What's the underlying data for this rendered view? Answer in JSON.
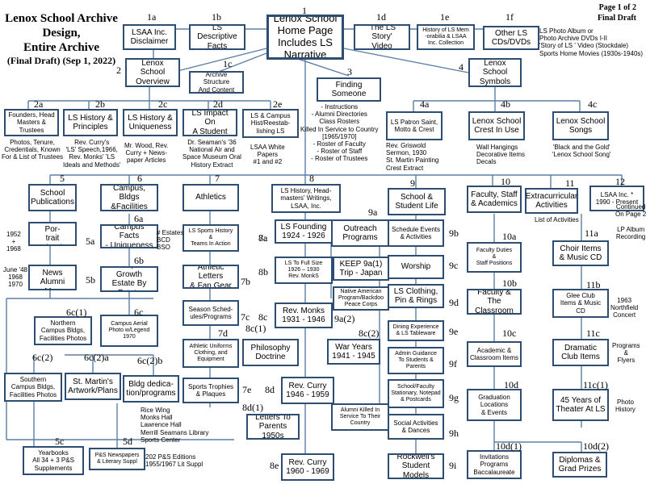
{
  "title": {
    "line1": "Lenox School Archive",
    "line2": "Design,",
    "line3": "Entire Archive",
    "line4": "(Final Draft) (Sep 1, 2022)"
  },
  "page": {
    "line1": "Page 1 of 2",
    "line2": "Final Draft"
  },
  "nodes": [
    {
      "id": "root",
      "label": "Lenox School\nHome Page\nIncludes LS Narrative"
    },
    {
      "id": "1a",
      "label": "LSAA Inc.\nDisclaimer"
    },
    {
      "id": "1b",
      "label": "LS Descriptive\nFacts"
    },
    {
      "id": "1d",
      "label": "'The LS Story'\nVideo"
    },
    {
      "id": "1e",
      "label": "History of LS Mem\n-orabilia & LSAA\nInc. Collection"
    },
    {
      "id": "1f",
      "label": "Other LS\nCDs/DVDs"
    },
    {
      "id": "2",
      "label": "Lenox School\nOverview"
    },
    {
      "id": "1c",
      "label": "Archive Structure\nAnd Content"
    },
    {
      "id": "3",
      "label": "Finding\nSomeone"
    },
    {
      "id": "4",
      "label": "Lenox School\nSymbols"
    },
    {
      "id": "2a",
      "label": "Founders, Head\nMasters &\nTrustees"
    },
    {
      "id": "2b",
      "label": "LS History &\nPrinciples"
    },
    {
      "id": "2c",
      "label": "LS History &\nUniqueness"
    },
    {
      "id": "2d",
      "label": "LS Impact On\nA Student"
    },
    {
      "id": "2e",
      "label": "LS & Campus\nHist/Reestab-\nlishing LS"
    },
    {
      "id": "4a",
      "label": "LS Patron Saint,\nMotto & Crest"
    },
    {
      "id": "4b",
      "label": "Lenox School\nCrest In Use"
    },
    {
      "id": "4c",
      "label": "Lenox School\nSongs"
    },
    {
      "id": "5",
      "label": "School\nPublications"
    },
    {
      "id": "6",
      "label": "Campus, Bldgs\n&Facilities"
    },
    {
      "id": "7",
      "label": "Athletics"
    },
    {
      "id": "8",
      "label": "LS History, Head-\nmasters' Writings,\nLSAA, Inc."
    },
    {
      "id": "9",
      "label": "School &\nStudent Life"
    },
    {
      "id": "10",
      "label": "Faculty, Staff\n& Academics"
    },
    {
      "id": "11",
      "label": "Extracurricular\nActivities"
    },
    {
      "id": "12",
      "label": "LSAA Inc. *\n1990 - Present"
    },
    {
      "id": "5a",
      "label": "Lenox In Por-\ntrait Calendar"
    },
    {
      "id": "5b",
      "label": "Alumni News\nAlumni Mag"
    },
    {
      "id": "6a",
      "label": "Campus Facts\n- Uniqueness"
    },
    {
      "id": "6b",
      "label": "Campus Growth\nEstate By Estate"
    },
    {
      "id": "7a",
      "label": "LS Sports History\n&\nTeams In Action"
    },
    {
      "id": "7b",
      "label": "Athletic Letters\n& Fan Gear"
    },
    {
      "id": "7c",
      "label": "Season Sched-\nules/Programs"
    },
    {
      "id": "7d",
      "label": "Athletic Uniforms\nClothing, and\nEquipment"
    },
    {
      "id": "7e",
      "label": "Sports Trophies\n& Plaques"
    },
    {
      "id": "8a",
      "label": "LS Founding\n1924 - 1926"
    },
    {
      "id": "8b",
      "label": "LS To Full Size\n1926 – 1930\nRev. MonkS"
    },
    {
      "id": "8c",
      "label": "Rev. Monks\n1931 - 1946"
    },
    {
      "id": "8c1",
      "label": "Philosophy\nDoctrine"
    },
    {
      "id": "8c2",
      "label": "War Years\n1941 - 1945"
    },
    {
      "id": "8d",
      "label": "Rev. Curry\n1946 - 1959"
    },
    {
      "id": "8d1",
      "label": "Letters To\nParents 1950s"
    },
    {
      "id": "8e",
      "label": "Rev. Curry\n1960 - 1969"
    },
    {
      "id": "9a",
      "label": "Outreach\nPrograms"
    },
    {
      "id": "9a1",
      "label": "KEEP 9a(1)\nTrip - Japan"
    },
    {
      "id": "9a2",
      "label": "Native American\nProgram/Backdoo\nPeace Corps"
    },
    {
      "id": "alumni-killed",
      "label": "Alumni Killed In\nService To Their\nCountry"
    },
    {
      "id": "9b",
      "label": "Schedule Events\n& Activities"
    },
    {
      "id": "9c",
      "label": "Worship"
    },
    {
      "id": "9d",
      "label": "LS Clothing,\nPin & Rings"
    },
    {
      "id": "9e",
      "label": "Dining Experience\n& LS Tableware"
    },
    {
      "id": "9f",
      "label": "Admin Guidance\nTo Students &\nParents"
    },
    {
      "id": "9g",
      "label": "School/Faculty\nStationary, Notepad\n& Postcards"
    },
    {
      "id": "9h",
      "label": "Social Activities\n& Dances"
    },
    {
      "id": "9i",
      "label": "Rockwell's\nStudent Models"
    },
    {
      "id": "10a",
      "label": "Faculty Duties\n&\nStaff Positions"
    },
    {
      "id": "10b",
      "label": "Faculty &\nThe Classroom"
    },
    {
      "id": "10c",
      "label": "Academic &\nClassroom Items"
    },
    {
      "id": "10d",
      "label": "Graduation\nLocations\n& Events"
    },
    {
      "id": "10d1",
      "label": "Invitations\nPrograms\nBaccalaureate"
    },
    {
      "id": "10d2",
      "label": "Diplomas &\nGrad Prizes"
    },
    {
      "id": "11a",
      "label": "Choir Items\n& Music CD"
    },
    {
      "id": "11b",
      "label": "Glee Club\nItems & Music\nCD"
    },
    {
      "id": "11c",
      "label": "Dramatic\nClub Items"
    },
    {
      "id": "11c1",
      "label": "45 Years of\nTheater At LS"
    },
    {
      "id": "6c1",
      "label": "Northern\nCampus Bldgs,\nFacilities Photos"
    },
    {
      "id": "6c",
      "label": "Campus Aerial\nPhoto w/Legend\n1970"
    },
    {
      "id": "6c2",
      "label": "Southern\nCampus Bldgs,\nFacilities Photos"
    },
    {
      "id": "6c2a",
      "label": "St. Martin's\nArtwork/Plans"
    },
    {
      "id": "6c2b",
      "label": "Bldg dedica-\ntion/programs"
    },
    {
      "id": "5c",
      "label": "Yearbooks\nAll 34 + 3 P&S\nSupplements"
    },
    {
      "id": "5d",
      "label": "P&S Newspapers\n& Literary Suppl"
    }
  ],
  "numbers": [
    "1",
    "1a",
    "1b",
    "1c",
    "1d",
    "1e",
    "1f",
    "2",
    "2a",
    "2b",
    "2c",
    "2d",
    "2e",
    "3",
    "4",
    "4a",
    "4b",
    "4c",
    "5",
    "5a",
    "5b",
    "5c",
    "5d",
    "6",
    "6a",
    "6b",
    "6c",
    "6c(1)",
    "6c(2)",
    "6c(2)a",
    "6c(2)b",
    "7",
    "7a",
    "7b",
    "7c",
    "7d",
    "7e",
    "8",
    "8a",
    "8b",
    "8c",
    "8c(1)",
    "8c(2)",
    "8d",
    "8d(1)",
    "8e",
    "9",
    "9a",
    "9a(2)",
    "9b",
    "9c",
    "9d",
    "9e",
    "9f",
    "9g",
    "9h",
    "9i",
    "10",
    "10a",
    "10b",
    "10c",
    "10d",
    "10d(1)",
    "10d(2)",
    "11",
    "11a",
    "11b",
    "11c",
    "11c(1)",
    "12"
  ],
  "notes": {
    "1f": "LS Photo Album or\nPhoto Archive DVDs I-II\n'Story of LS ' Video (Stockdale)\nSports Home Movies (1930s-1940s)",
    "2a": "Photos, Tenure,\nCredentials, Known\nFor & List of Trustees",
    "2b": "Rev. Curry's\n'LS' Speech,1966,\nRev. Monks' 'LS\nIdeals and Methods'",
    "2c": "Mr. Wood, Rev.\nCurry + News-\npaper Articles",
    "2d": "Dr. Seaman's '36\nNational Air and\nSpace Museum Oral\nHistory Extract",
    "2e": "LSAA White\nPapers\n#1 and #2",
    "3": "- Instructions\n- Alumni Directories\nClass Rosters\nKilled In Service to Country\n[1965/1970]\n- Roster of Faculty\n- Roster of Staff\n- Roster of Trustees",
    "4a": "Rev. Griswold\nSermon, 1930\nSt. Martin Painting\nCrest Extract",
    "4b": "Wall Hangings\nDecorative Items\nDecals",
    "4c": "'Black and the Gold'\n'Lenox School Song'",
    "5a": "1952\n+\n1968",
    "5b": "June '48\n1968\n1970",
    "6a": "# Estates\nBCD\nBSO",
    "11": "List of Activities",
    "12": "Continued\nOn Page 2\n\nLP Album\nRecording",
    "11b": "1963\nNorthfield\nConcert",
    "11c": "Programs\n&\nFlyers",
    "11c1": "Photo\nHistory",
    "6c2b": "Rice Wing\nMonks Hall\nLawrence Hall\nMerrill Seamans Library\nSports Center",
    "5d": "202 P&S Editions\n1955/1967 Lit Suppl"
  }
}
